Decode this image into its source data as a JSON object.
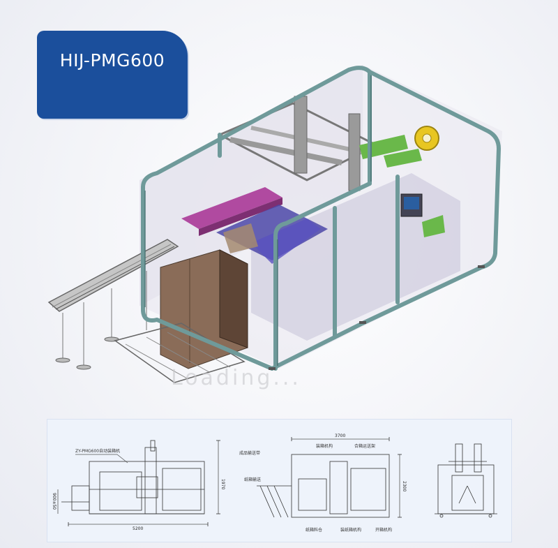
{
  "title": "HIJ-PMG600",
  "watermark": "Loading...",
  "drawings": {
    "front_view": {
      "model_label": "ZY-PMG600自动装箱机",
      "width_dim": "5200",
      "height_dim": "1970",
      "side_dim": "900±50"
    },
    "top_view": {
      "width_dim": "3700",
      "height_dim": "2300",
      "labels": [
        "成品输送带",
        "装箱机构",
        "合箱运送架",
        "纸箱输送",
        "纸箱料仓",
        "装纸箱机构",
        "开箱机构"
      ]
    }
  },
  "colors": {
    "badge_blue": "#1b4f9c",
    "frame_teal": "#6f9a9a",
    "carton_brown": "#8a6c58",
    "panel_blue": "#4c48a8",
    "tape_yellow": "#e8c622",
    "accent_green": "#6ab84a",
    "magenta": "#b04aa0"
  }
}
